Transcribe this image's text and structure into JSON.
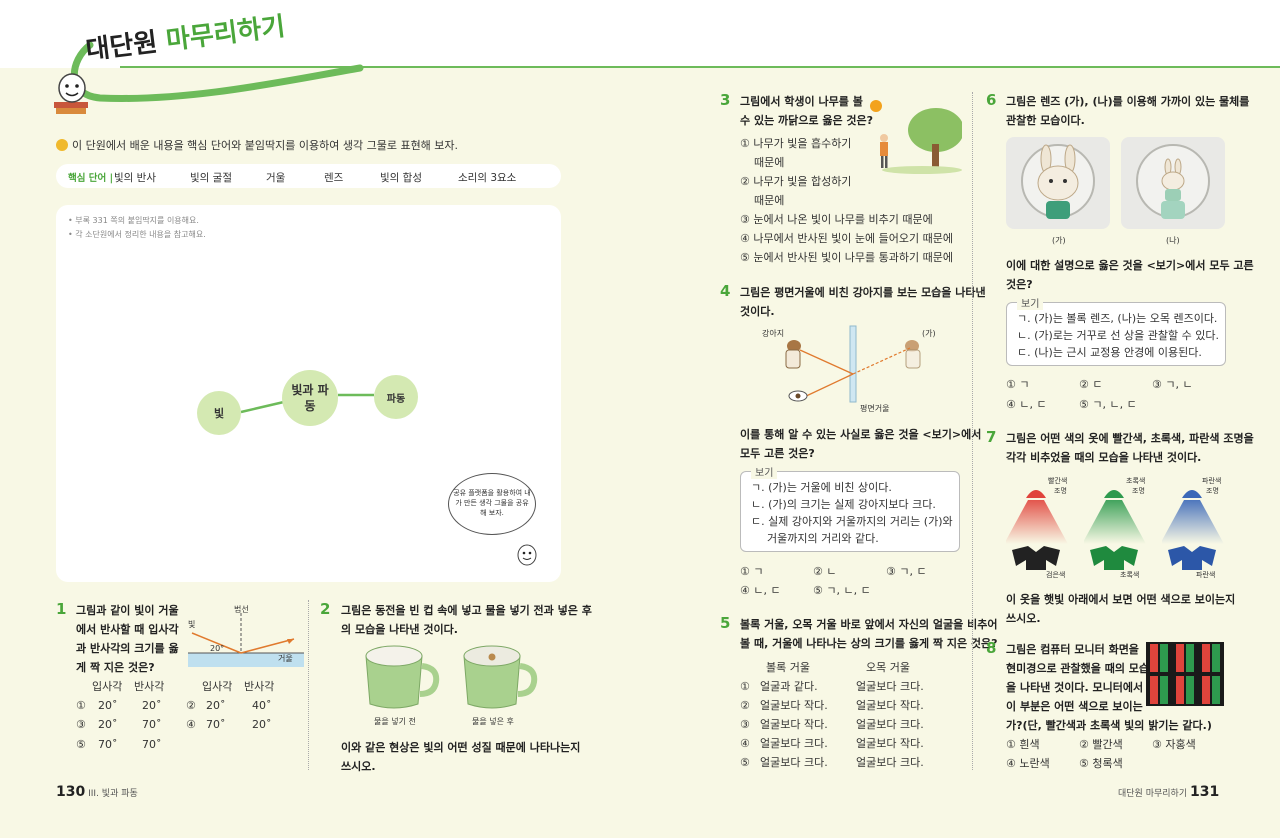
{
  "header": {
    "title_prefix": "대단원",
    "title_accent": "마무리하기"
  },
  "intro": "이 단원에서 배운 내용을 핵심 단어와 붙임딱지를 이용하여 생각 그물로 표현해 보자.",
  "keywords": {
    "label": "핵심 단어 |",
    "items": [
      "빛의 반사",
      "빛의 굴절",
      "거울",
      "렌즈",
      "빛의 합성",
      "소리의 3요소"
    ]
  },
  "mindmap": {
    "notes": [
      "• 부록 331 쪽의 붙임딱지를 이용해요.",
      "• 각 소단원에서 정리한 내용을 참고해요."
    ],
    "center": "빛과 파동",
    "left": "빛",
    "right": "파동",
    "bubble": "공유 플랫폼을 활용하여 내가 만든 생각 그물을 공유해 보자."
  },
  "q1": {
    "num": "1",
    "text": [
      "그림과 같이 빛이 거울",
      "에서 반사할 때 입사각",
      "과 반사각의 크기를 옳",
      "게 짝 지은 것은?"
    ],
    "fig": {
      "normal": "법선",
      "light": "빛",
      "mirror": "거울",
      "angle": "20°"
    },
    "head": [
      "입사각",
      "반사각",
      "입사각",
      "반사각"
    ],
    "opts": [
      {
        "n": "①",
        "a": "20˚",
        "b": "20˚"
      },
      {
        "n": "②",
        "a": "20˚",
        "b": "40˚"
      },
      {
        "n": "③",
        "a": "20˚",
        "b": "70˚"
      },
      {
        "n": "④",
        "a": "70˚",
        "b": "20˚"
      },
      {
        "n": "⑤",
        "a": "70˚",
        "b": "70˚"
      }
    ]
  },
  "q2": {
    "num": "2",
    "text": [
      "그림은 동전을 빈 컵 속에 넣고 물을 넣기 전과 넣은 후",
      "의 모습을 나타낸 것이다."
    ],
    "cap_before": "물을 넣기 전",
    "cap_after": "물을 넣은 후",
    "ask": [
      "이와 같은 현상은 빛의 어떤 성질 때문에 나타나는지",
      "쓰시오."
    ]
  },
  "q3": {
    "num": "3",
    "text": [
      "그림에서 학생이 나무를 볼",
      "수 있는 까닭으로 옳은 것은?"
    ],
    "opts": [
      "① 나무가 빛을 흡수하기",
      "때문에",
      "② 나무가 빛을 합성하기",
      "때문에",
      "③ 눈에서 나온 빛이 나무를 비추기 때문에",
      "④ 나무에서 반사된 빛이 눈에 들어오기 때문에",
      "⑤ 눈에서 반사된 빛이 나무를 통과하기 때문에"
    ]
  },
  "q4": {
    "num": "4",
    "text": [
      "그림은 평면거울에 비친 강아지를 보는 모습을 나타낸",
      "것이다."
    ],
    "fig": {
      "dog": "강아지",
      "image": "(가)",
      "mirror": "평면거울"
    },
    "ask": [
      "이를 통해 알 수 있는 사실로 옳은 것을 <보기>에서",
      "모두 고른 것은?"
    ],
    "box_tag": "보기",
    "box": [
      "ㄱ. (가)는 거울에 비친 상이다.",
      "ㄴ. (가)의 크기는 실제 강아지보다 크다.",
      "ㄷ. 실제 강아지와 거울까지의 거리는 (가)와",
      "거울까지의 거리와 같다."
    ],
    "opts": [
      "① ㄱ",
      "② ㄴ",
      "③ ㄱ, ㄷ",
      "④ ㄴ, ㄷ",
      "⑤ ㄱ, ㄴ, ㄷ"
    ]
  },
  "q5": {
    "num": "5",
    "text": [
      "볼록 거울, 오목 거울 바로 앞에서 자신의 얼굴을 비추어",
      "볼 때, 거울에 나타나는 상의 크기를 옳게 짝 지은 것은?"
    ],
    "head": [
      "볼록 거울",
      "오목 거울"
    ],
    "rows": [
      {
        "n": "①",
        "a": "얼굴과 같다.",
        "b": "얼굴보다 크다."
      },
      {
        "n": "②",
        "a": "얼굴보다 작다.",
        "b": "얼굴보다 작다."
      },
      {
        "n": "③",
        "a": "얼굴보다 작다.",
        "b": "얼굴보다 크다."
      },
      {
        "n": "④",
        "a": "얼굴보다 크다.",
        "b": "얼굴보다 작다."
      },
      {
        "n": "⑤",
        "a": "얼굴보다 크다.",
        "b": "얼굴보다 크다."
      }
    ]
  },
  "q6": {
    "num": "6",
    "text": [
      "그림은 렌즈 (가), (나)를 이용해 가까이 있는 물체를",
      "관찰한 모습이다."
    ],
    "cap_a": "(가)",
    "cap_b": "(나)",
    "ask": [
      "이에 대한 설명으로 옳은 것을 <보기>에서 모두 고른",
      "것은?"
    ],
    "box_tag": "보기",
    "box": [
      "ㄱ. (가)는 볼록 렌즈, (나)는 오목 렌즈이다.",
      "ㄴ. (가)로는 거꾸로 선 상을 관찰할 수 있다.",
      "ㄷ. (나)는 근시 교정용 안경에 이용된다."
    ],
    "opts": [
      "① ㄱ",
      "② ㄷ",
      "③ ㄱ, ㄴ",
      "④ ㄴ, ㄷ",
      "⑤ ㄱ, ㄴ, ㄷ"
    ]
  },
  "q7": {
    "num": "7",
    "text": [
      "그림은 어떤 색의 옷에 빨간색, 초록색, 파란색 조명을",
      "각각 비추었을 때의 모습을 나타낸 것이다."
    ],
    "lights": [
      {
        "label1": "빨간색",
        "label2": "조명",
        "shirt": "검은색",
        "color": "#e0443c",
        "shirt_color": "#222222"
      },
      {
        "label1": "초록색",
        "label2": "조명",
        "shirt": "초록색",
        "color": "#2e9a4e",
        "shirt_color": "#1f8a3e"
      },
      {
        "label1": "파란색",
        "label2": "조명",
        "shirt": "파란색",
        "color": "#3b68b8",
        "shirt_color": "#2c57a8"
      }
    ],
    "ask": [
      "이 옷을 햇빛 아래에서 보면 어떤 색으로 보이는지",
      "쓰시오."
    ]
  },
  "q8": {
    "num": "8",
    "text": [
      "그림은 컴퓨터 모니터 화면을",
      "현미경으로 관찰했을 때의 모습",
      "을 나타낸 것이다. 모니터에서",
      "이 부분은 어떤 색으로 보이는",
      "가?(단, 빨간색과 초록색 빛의 밝기는 같다.)"
    ],
    "opts": [
      "① 흰색",
      "② 빨간색",
      "③ 자홍색",
      "④ 노란색",
      "⑤ 청록색"
    ]
  },
  "footer": {
    "left_num": "130",
    "left_text": "III. 빛과 파동",
    "right_text": "대단원 마무리하기",
    "right_num": "131"
  }
}
